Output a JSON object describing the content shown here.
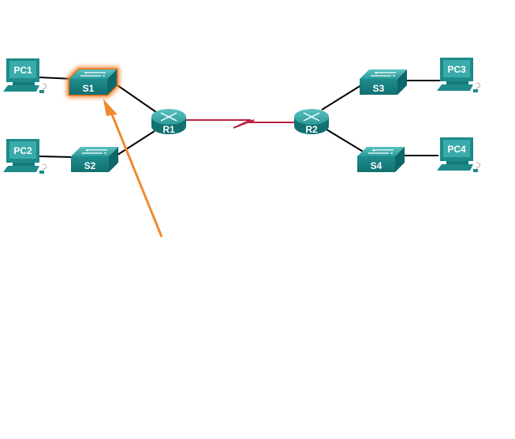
{
  "devices": {
    "pc1": "PC1",
    "pc2": "PC2",
    "pc3": "PC3",
    "pc4": "PC4",
    "s1": "S1",
    "s2": "S2",
    "s3": "S3",
    "s4": "S4",
    "r1": "R1",
    "r2": "R2"
  },
  "highlighted": "S1",
  "colors": {
    "device": "#1e8a8a",
    "device_light": "#3aabab",
    "serial_link": "#b8203c",
    "highlight": "#f08a30"
  }
}
